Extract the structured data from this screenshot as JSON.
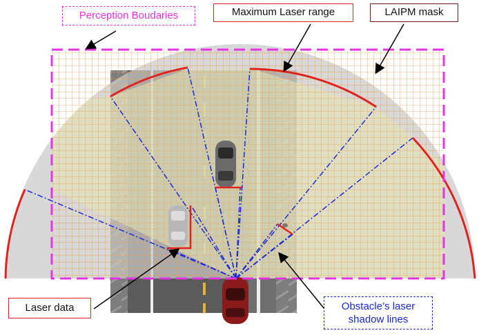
{
  "labels": {
    "perception_boundaries": "Perception Boudaries",
    "maximum_laser_range": "Maximum Laser range",
    "laipm_mask": "LAIPM mask",
    "laser_data": "Laser data",
    "shadow_lines_line1": "Obstacle’s laser",
    "shadow_lines_line2": "shadow lines"
  },
  "colors": {
    "perception_boundary": "#e533e5",
    "laser_range": "#e0231c",
    "laipm_mask_label": "#7a1515",
    "shadow_lines": "#1a2ad6",
    "grid": "#f0a050",
    "mask_fill": "#d9d9c9",
    "road": "#5a5a5a"
  },
  "icons": [
    "ego-car-icon",
    "obstacle-car-icon",
    "arrow-icon"
  ]
}
